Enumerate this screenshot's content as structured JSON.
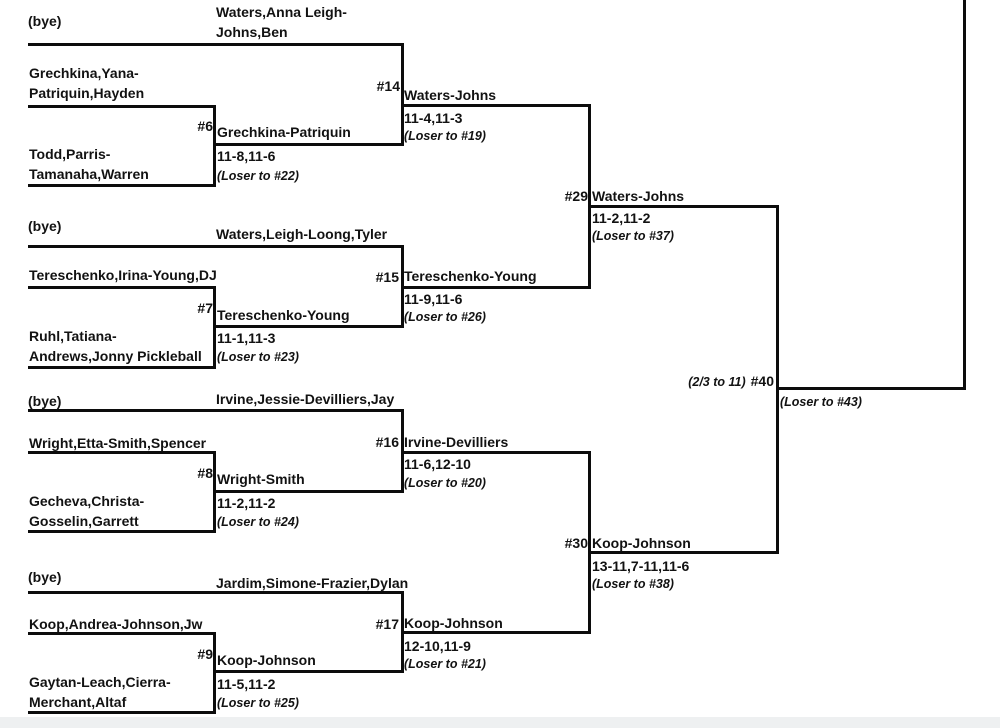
{
  "page": {
    "background_color": "#ffffff",
    "line_color": "#0c0c0c",
    "text_color": "#121212",
    "footer_strip_color": "#eef0f1"
  },
  "bracket": {
    "groups": [
      {
        "bye_label": "(bye)",
        "bye_team_lines": [
          "Waters,Anna Leigh-",
          "Johns,Ben"
        ],
        "top_team_lines": [
          "Grechkina,Yana-",
          "Patriquin,Hayden"
        ],
        "bottom_team_lines": [
          "Todd,Parris-",
          "Tamanaha,Warren"
        ],
        "round1": {
          "number": "#6",
          "winner": "Grechkina-Patriquin",
          "score": "11-8,11-6",
          "loser_note": "(Loser to #22)"
        },
        "round2": {
          "number": "#14",
          "winner": "Waters-Johns",
          "score": "11-4,11-3",
          "loser_note": "(Loser to #19)"
        }
      },
      {
        "bye_label": "(bye)",
        "bye_team_lines": [
          "Waters,Leigh-Loong,Tyler"
        ],
        "top_team_lines": [
          "Tereschenko,Irina-Young,DJ"
        ],
        "bottom_team_lines": [
          "Ruhl,Tatiana-",
          "Andrews,Jonny Pickleball"
        ],
        "round1": {
          "number": "#7",
          "winner": "Tereschenko-Young",
          "score": "11-1,11-3",
          "loser_note": "(Loser to #23)"
        },
        "round2": {
          "number": "#15",
          "winner": "Tereschenko-Young",
          "score": "11-9,11-6",
          "loser_note": "(Loser to #26)"
        }
      },
      {
        "bye_label": "(bye)",
        "bye_team_lines": [
          "Irvine,Jessie-Devilliers,Jay"
        ],
        "top_team_lines": [
          "Wright,Etta-Smith,Spencer"
        ],
        "bottom_team_lines": [
          "Gecheva,Christa-",
          "Gosselin,Garrett"
        ],
        "round1": {
          "number": "#8",
          "winner": "Wright-Smith",
          "score": "11-2,11-2",
          "loser_note": "(Loser to #24)"
        },
        "round2": {
          "number": "#16",
          "winner": "Irvine-Devilliers",
          "score": "11-6,12-10",
          "loser_note": "(Loser to #20)"
        }
      },
      {
        "bye_label": "(bye)",
        "bye_team_lines": [
          "Jardim,Simone-Frazier,Dylan"
        ],
        "top_team_lines": [
          "Koop,Andrea-Johnson,Jw"
        ],
        "bottom_team_lines": [
          "Gaytan-Leach,Cierra-",
          "Merchant,Altaf"
        ],
        "round1": {
          "number": "#9",
          "winner": "Koop-Johnson",
          "score": "11-5,11-2",
          "loser_note": "(Loser to #25)"
        },
        "round2": {
          "number": "#17",
          "winner": "Koop-Johnson",
          "score": "12-10,11-9",
          "loser_note": "(Loser to #21)"
        }
      }
    ],
    "semifinals": [
      {
        "number": "#29",
        "winner": "Waters-Johns",
        "score": "11-2,11-2",
        "loser_note": "(Loser to #37)"
      },
      {
        "number": "#30",
        "winner": "Koop-Johnson",
        "score": "13-11,7-11,11-6",
        "loser_note": "(Loser to #38)"
      }
    ],
    "final": {
      "format_note": "(2/3 to 11)",
      "number": "#40",
      "loser_note": "(Loser to #43)"
    }
  }
}
